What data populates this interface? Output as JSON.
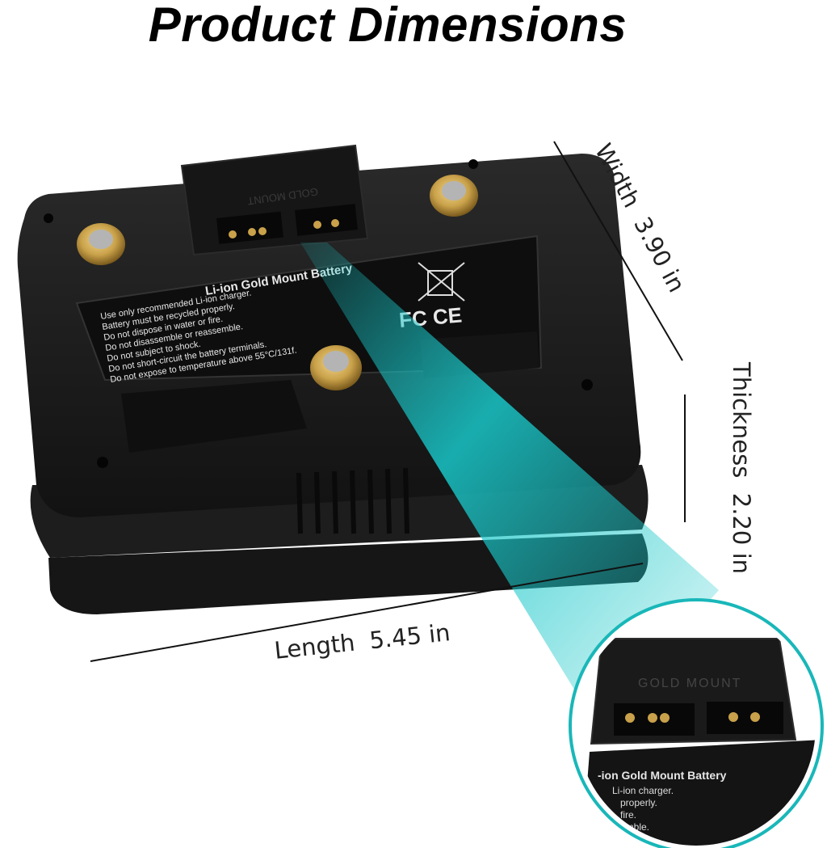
{
  "title": "Product Dimensions",
  "dimensions": {
    "width_label": "Width",
    "width_value": "3.90 in",
    "thickness_label": "Thickness",
    "thickness_value": "2.20 in",
    "length_label": "Length",
    "length_value": "5.45 in"
  },
  "battery": {
    "top_plate_text": "GOLD MOUNT",
    "label_title": "Li-ion Gold Mount Battery",
    "warnings": [
      "Use only recommended Li-ion charger.",
      "Battery must be recycled properly.",
      "Do not dispose in water or fire.",
      "Do not disassemble or reassemble.",
      "Do not subject to shock.",
      "Do not short-circuit the battery terminals.",
      "Do not expose to temperature above 55°C/131f."
    ],
    "cert_marks": "FC CE"
  },
  "zoom": {
    "plate_text": "GOLD MOUNT",
    "label_title": "-ion  Gold  Mount  Battery",
    "lines": [
      "Li-ion charger.",
      "properly.",
      "fire.",
      "emble."
    ]
  },
  "colors": {
    "highlight": "#19c7c9",
    "body": "#1c1c1c",
    "brass": "#c9a14a"
  }
}
